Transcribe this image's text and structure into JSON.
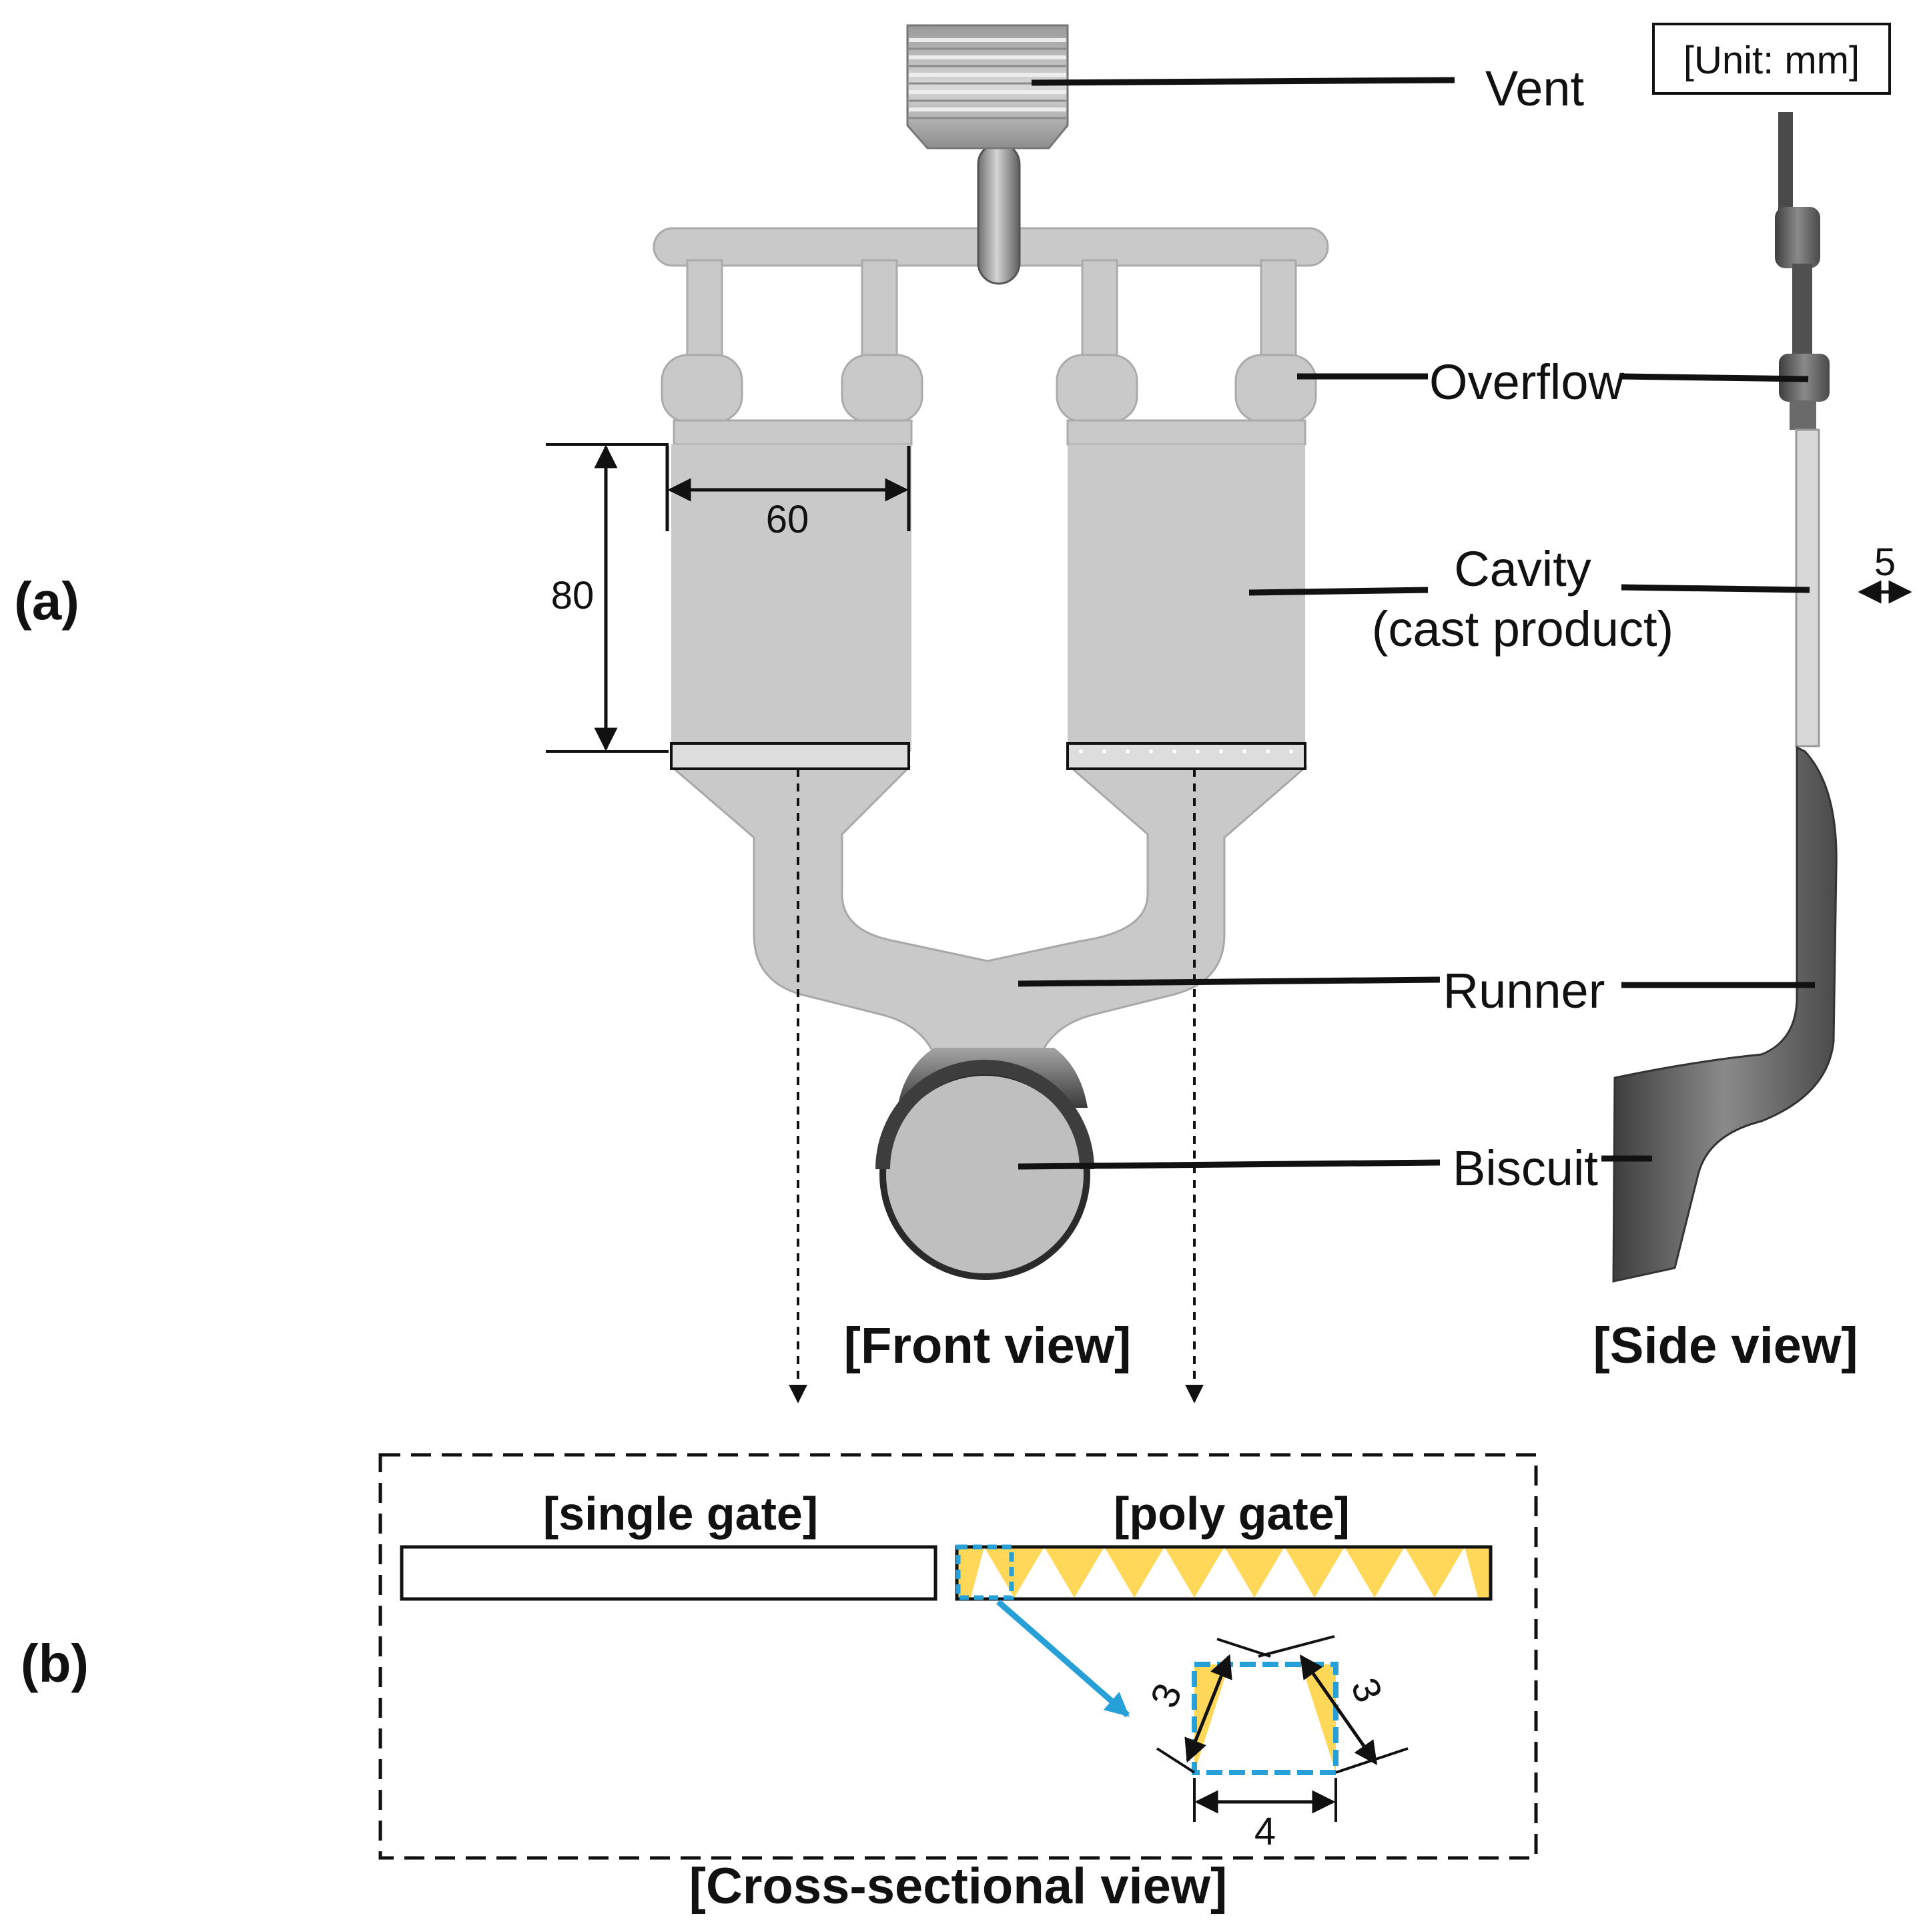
{
  "panels": {
    "a": "(a)",
    "b": "(b)"
  },
  "unit": "[Unit: mm]",
  "labels": {
    "vent": "Vent",
    "overflow": "Overflow",
    "cavity": "Cavity",
    "cavity_note": "(cast product)",
    "runner": "Runner",
    "biscuit": "Biscuit"
  },
  "views": {
    "front": "[Front view]",
    "side": "[Side view]",
    "cross": "[Cross-sectional view]"
  },
  "gates": {
    "single": "[single gate]",
    "poly": "[poly gate]"
  },
  "dimensions": {
    "cavity_width": "60",
    "cavity_height": "80",
    "thickness": "5",
    "tooth_side_left": "3",
    "tooth_side_right": "3",
    "tooth_base": "4"
  },
  "colors": {
    "casting": "#c9c9c9",
    "casting_edge": "#a8a8a8",
    "biscuit": "#bdbdbd",
    "side_dark": "#5a5a5a",
    "side_light": "#d6d6d6",
    "gate_fill": "#ffd85a",
    "highlight": "#27a0d8",
    "line": "#111111"
  }
}
